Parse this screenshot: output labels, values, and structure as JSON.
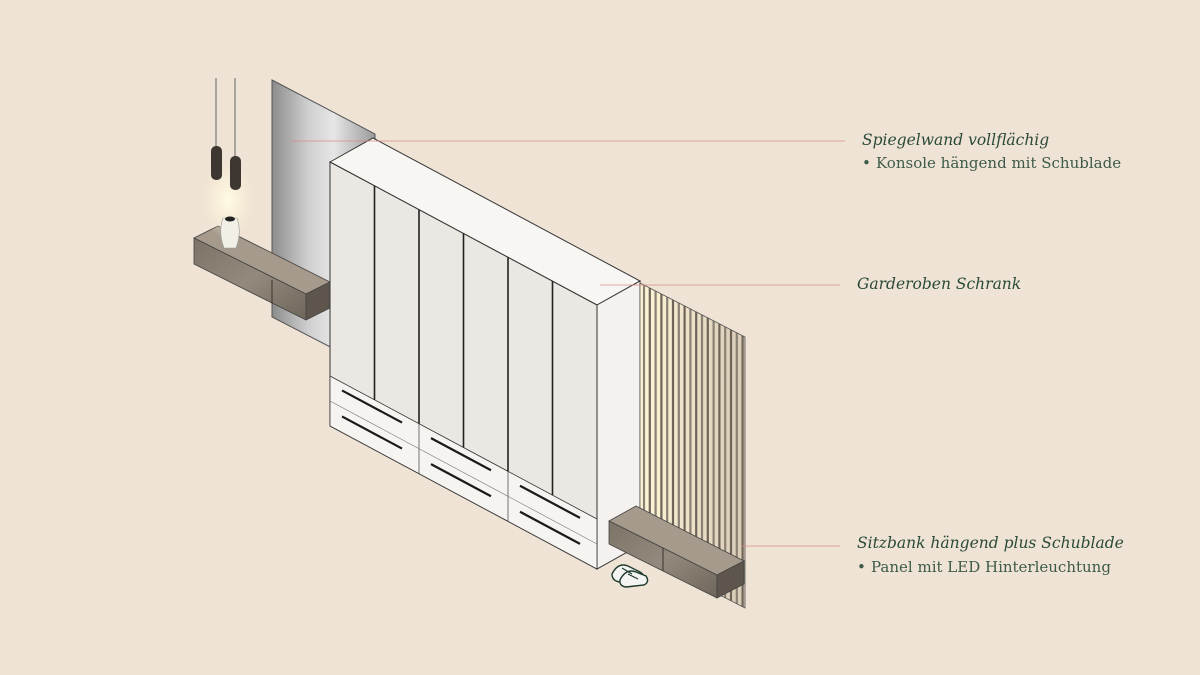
{
  "annotations": [
    {
      "title": "Spiegelwand vollflächig",
      "subitems": [
        "Konsole hängend mit Schublade"
      ]
    },
    {
      "title": "Garderoben Schrank",
      "subitems": []
    },
    {
      "title": "Sitzbank hängend plus Schublade",
      "subitems": [
        "Panel mit LED Hinterleuchtung"
      ]
    }
  ],
  "colors": {
    "background": "#efe3d6",
    "leader_line": "#d98a86",
    "label_text": "#2a4a37",
    "cabinet_front": "#e9e4df",
    "cabinet_side": "#f4f1ee",
    "wood": "#857c6f"
  },
  "icons": {
    "pendant": "pendant-lamp-icon",
    "shoes": "sneakers-icon"
  }
}
